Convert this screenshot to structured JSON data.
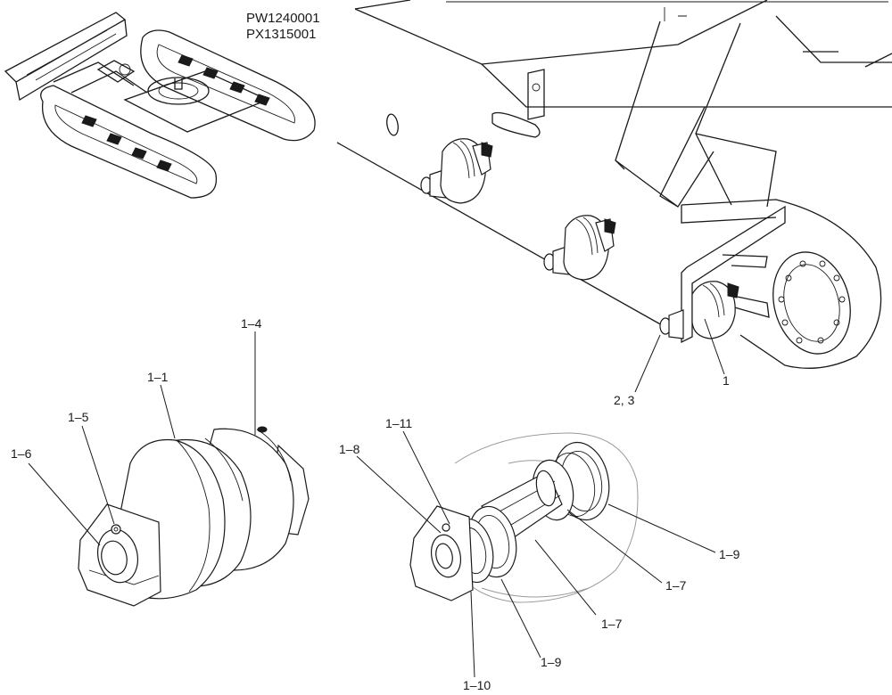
{
  "serials": [
    "PW1240001",
    "PX1315001"
  ],
  "callouts": {
    "c1": "1",
    "c23": "2, 3",
    "c1_1": "1–1",
    "c1_4": "1–4",
    "c1_5": "1–5",
    "c1_6": "1–6",
    "c1_7a": "1–7",
    "c1_7b": "1–7",
    "c1_8": "1–8",
    "c1_9a": "1–9",
    "c1_9b": "1–9",
    "c1_10": "1–10",
    "c1_11": "1–11"
  },
  "icons": {
    "overview": "excavator-undercarriage-icon",
    "frame": "track-frame-with-rollers-icon",
    "roller": "track-roller-assembly-icon",
    "exploded": "track-roller-exploded-icon"
  }
}
